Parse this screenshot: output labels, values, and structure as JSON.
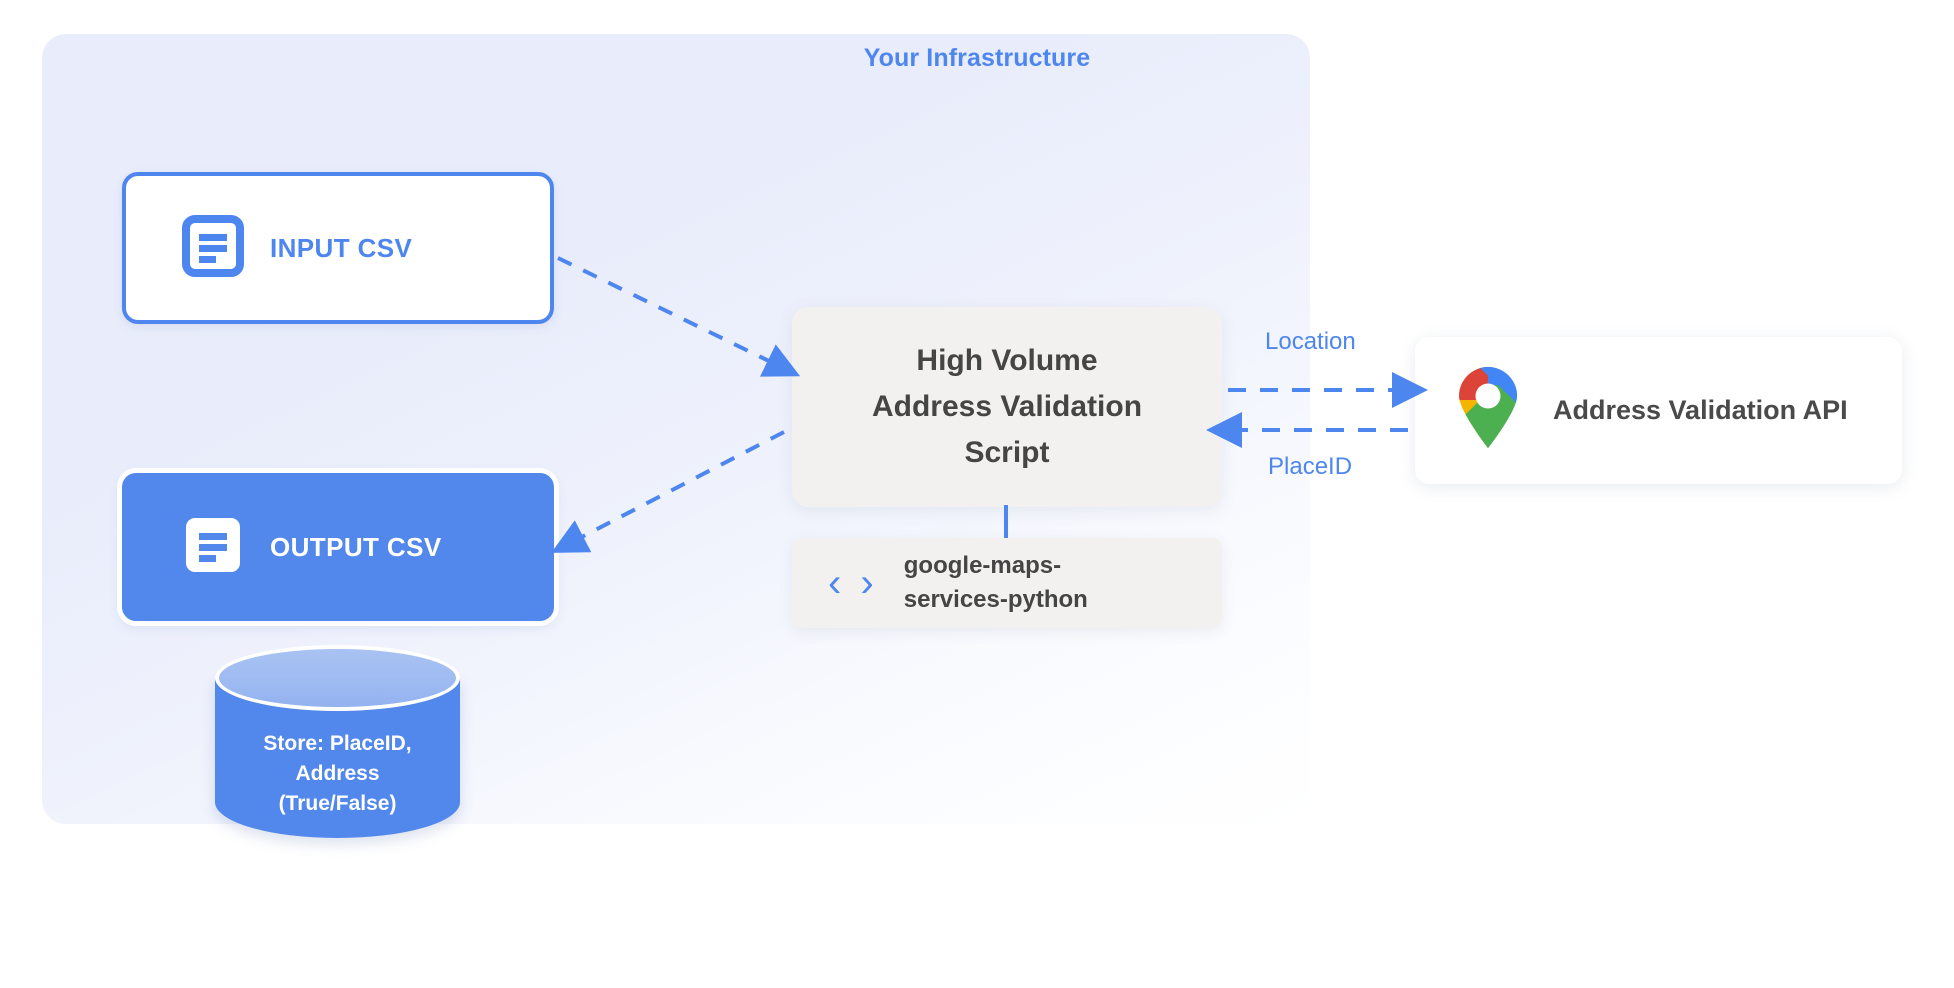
{
  "panel": {
    "title": "Your Infrastructure",
    "bg_color": "#E8ECFB",
    "accent_color": "#4D86EF"
  },
  "nodes": {
    "input_csv": {
      "label": "INPUT CSV",
      "icon": "document-lines-icon",
      "style": "outlined",
      "border_color": "#4D86EF",
      "fill_color": "#FFFFFF",
      "text_color": "#4D86EF"
    },
    "output_csv": {
      "label": "OUTPUT CSV",
      "icon": "document-lines-icon",
      "style": "filled",
      "fill_color": "#5287EC",
      "text_color": "#FFFFFF"
    },
    "database": {
      "lines": [
        "Store: PlaceID,",
        "Address",
        "(True/False)"
      ],
      "icon": "database-cylinder-icon",
      "body_color": "#5287EC",
      "top_color": "#9DBAF1",
      "text_color": "#FFFFFF"
    },
    "script": {
      "lines": [
        "High Volume",
        "Address Validation",
        "Script"
      ],
      "fill_color": "#F2F1EF",
      "text_color": "#454545"
    },
    "library": {
      "lines": [
        "google-maps-",
        "services-python"
      ],
      "icon": "code-brackets-icon",
      "icon_glyph": "‹ ›",
      "fill_color": "#F2F1EF",
      "text_color": "#454545"
    },
    "api": {
      "label": "Address Validation API",
      "icon": "google-maps-pin-icon",
      "fill_color": "#FFFFFF",
      "text_color": "#4A4A4A",
      "pin_colors": {
        "blue": "#4285F4",
        "red": "#DB4437",
        "yellow": "#F4B400",
        "green": "#4CAF50",
        "center": "#FFFFFF"
      }
    }
  },
  "edges": {
    "input_to_script": {
      "label": "",
      "style": "dashed",
      "color": "#4D86EF"
    },
    "script_to_output": {
      "label": "",
      "style": "dashed",
      "color": "#4D86EF"
    },
    "script_to_api": {
      "label": "Location",
      "style": "dashed",
      "color": "#4D86EF"
    },
    "api_to_script": {
      "label": "PlaceID",
      "style": "dashed",
      "color": "#4D86EF"
    },
    "script_to_library": {
      "label": "",
      "style": "solid",
      "color": "#4D86EF"
    }
  }
}
